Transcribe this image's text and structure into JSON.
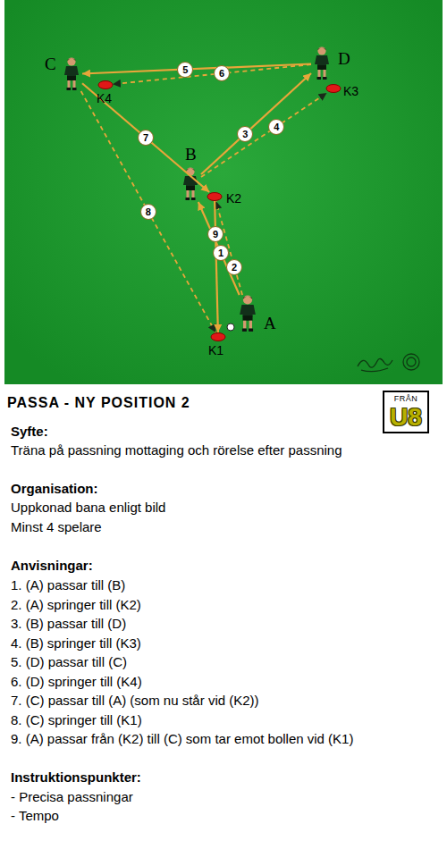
{
  "diagram": {
    "title": "PASSA - NY POSITION 2",
    "nodes": [
      {
        "text": [
          "C"
        ]
      },
      {
        "text": [
          "K4"
        ]
      },
      {
        "text": [
          "D"
        ]
      },
      {
        "text": [
          "K3"
        ]
      },
      {
        "text": [
          "B"
        ]
      },
      {
        "text": [
          "K2"
        ]
      },
      {
        "text": [
          "A"
        ]
      },
      {
        "text": [
          "K1"
        ]
      },
      {
        "text": [
          "FRÅN",
          "U8"
        ]
      }
    ],
    "edges": [
      {
        "from": 6,
        "to": 4,
        "label": "1",
        "arrow": "to"
      },
      {
        "from": 6,
        "to": 5,
        "label": "2",
        "arrow": "to"
      },
      {
        "from": 4,
        "to": 2,
        "label": "3",
        "arrow": "to"
      },
      {
        "from": 4,
        "to": 3,
        "label": "4",
        "arrow": "to"
      },
      {
        "from": 2,
        "to": 0,
        "label": "5",
        "arrow": "to"
      },
      {
        "from": 2,
        "to": 1,
        "label": "6",
        "arrow": "to"
      },
      {
        "from": 0,
        "to": 5,
        "label": "7",
        "arrow": "to"
      },
      {
        "from": 0,
        "to": 7,
        "label": "8",
        "arrow": "to"
      },
      {
        "from": 5,
        "to": 7,
        "label": "9",
        "arrow": "to"
      }
    ],
    "labels": [
      "Syfte:",
      "Träna på passning mottaging och rörelse efter passning",
      "Organisation:",
      "Uppkonad bana enligt bild",
      "Minst 4 spelare",
      "Anvisningar:",
      "1. (A) passar till (B)",
      "2. (A) springer till (K2)",
      "3. (B) passar till (D)",
      "4. (B) springer till (K3)",
      "5. (D) passar till (C)",
      "6. (D) springer till (K4)",
      "7. (C) passar till (A) (som nu står vid (K2))",
      "8. (C) springer till (K1)",
      "9. (A) passar från (K2) till (C) som tar emot bollen vid (K1)",
      "Instruktionspunkter:",
      "- Precisa passningar",
      "- Tempo"
    ]
  }
}
